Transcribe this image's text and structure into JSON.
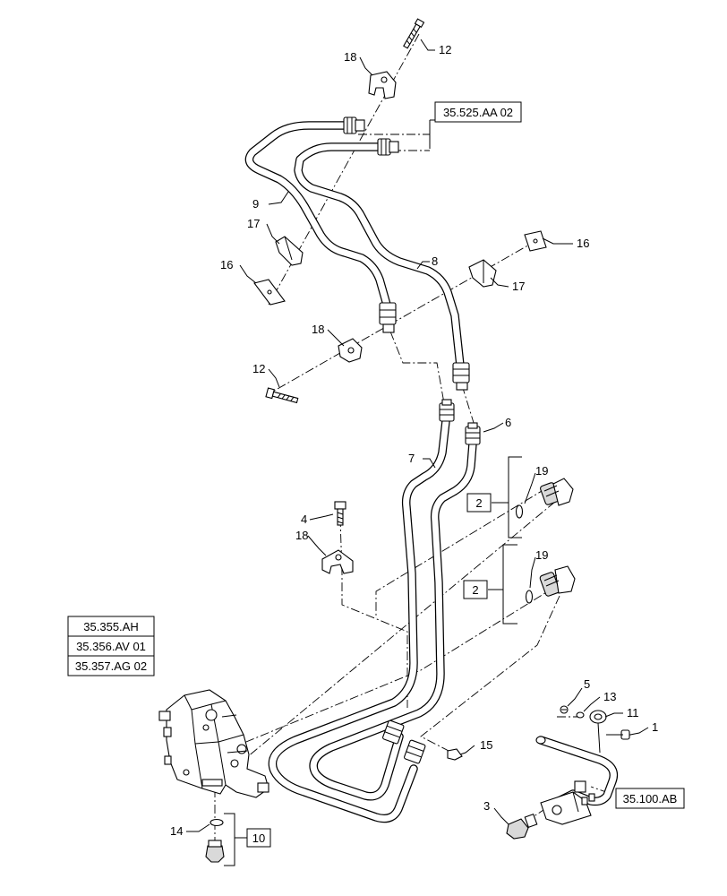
{
  "callouts": {
    "c1": "1",
    "c2a": "2",
    "c2b": "2",
    "c3": "3",
    "c4": "4",
    "c5": "5",
    "c6": "6",
    "c7": "7",
    "c8": "8",
    "c9": "9",
    "c10": "10",
    "c11": "11",
    "c12a": "12",
    "c12b": "12",
    "c13": "13",
    "c14": "14",
    "c15": "15",
    "c16a": "16",
    "c16b": "16",
    "c17a": "17",
    "c17b": "17",
    "c18a": "18",
    "c18b": "18",
    "c18c": "18",
    "c19a": "19",
    "c19b": "19"
  },
  "references": {
    "ref_top": "35.525.AA 02",
    "ref_valve_1": "35.355.AH",
    "ref_valve_2": "35.356.AV 01",
    "ref_valve_3": "35.357.AG 02",
    "ref_right": "35.100.AB"
  },
  "colors": {
    "line": "#000000",
    "fill": "#ffffff",
    "shade": "#d9d9d9"
  }
}
